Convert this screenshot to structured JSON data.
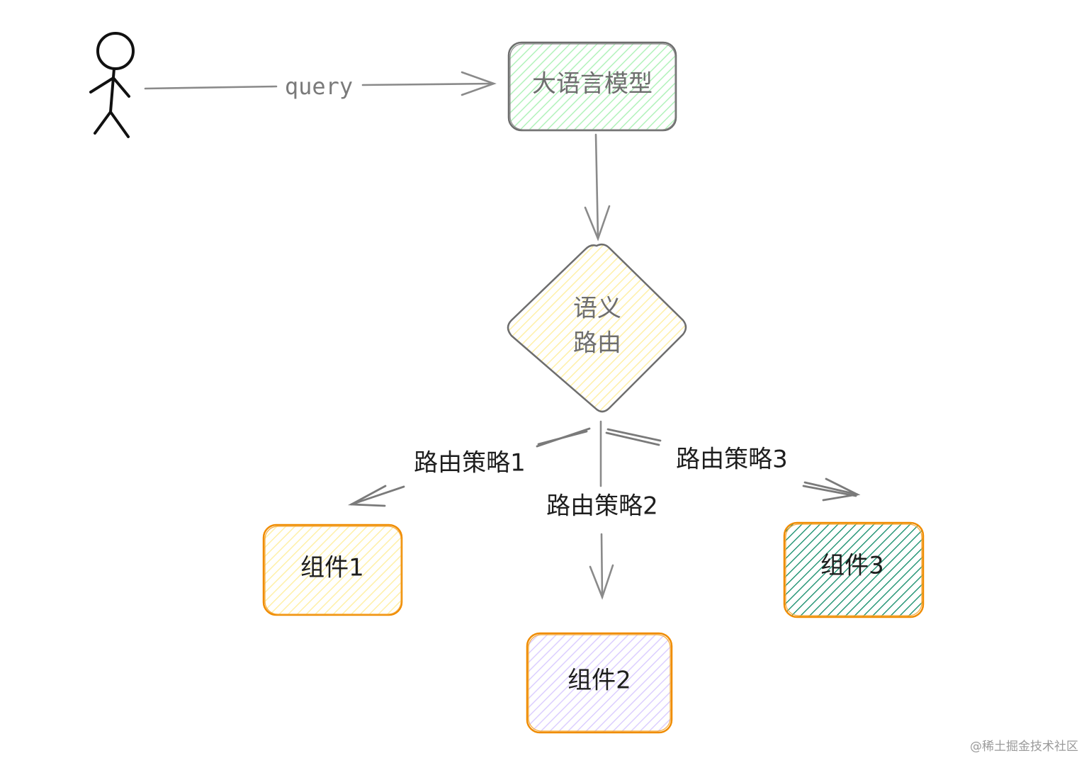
{
  "nodes": {
    "llm": {
      "label": "大语言模型",
      "fill": "#b2f2bb",
      "stroke": "#6e6e6e"
    },
    "router": {
      "label_line1": "语义",
      "label_line2": "路由",
      "fill": "#ffec99",
      "stroke": "#6e6e6e"
    },
    "component1": {
      "label": "组件1",
      "fill": "#ffec99",
      "stroke": "#f08c00"
    },
    "component2": {
      "label": "组件2",
      "fill": "#d0bfff",
      "stroke": "#f08c00"
    },
    "component3": {
      "label": "组件3",
      "fill": "#099268",
      "stroke": "#f08c00"
    }
  },
  "edges": {
    "query": "query",
    "strategy1": "路由策略1",
    "strategy2": "路由策略2",
    "strategy3": "路由策略3"
  },
  "watermark": "@稀土掘金技术社区"
}
